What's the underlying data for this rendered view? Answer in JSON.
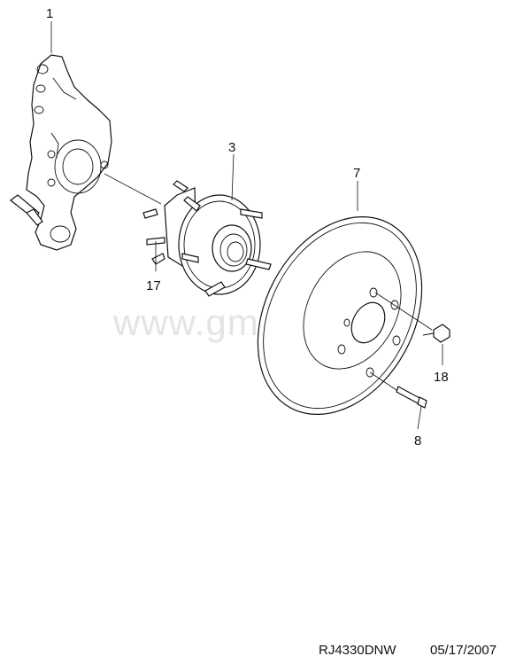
{
  "callouts": {
    "part_1": "1",
    "part_3": "3",
    "part_7": "7",
    "part_8": "8",
    "part_17": "17",
    "part_18": "18"
  },
  "watermark": "www.gmsklad.ru",
  "footer": {
    "drawing_code": "RJ4330DNW",
    "date": "05/17/2007"
  }
}
